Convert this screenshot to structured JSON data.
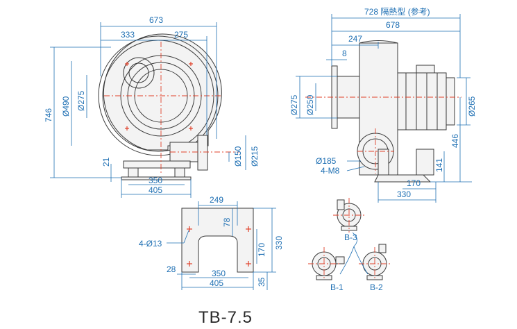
{
  "model": "TB-7.5",
  "front_view": {
    "width_overall": "673",
    "left_span": "333",
    "right_span": "275",
    "height_overall": "746",
    "casing_diameter": "Ø490",
    "inlet_diameter": "Ø275",
    "outlet_inner": "Ø150",
    "outlet_outer": "Ø215",
    "base_height": "21",
    "base_inner": "350",
    "base_outer": "405"
  },
  "side_view": {
    "spacer_note": "728 隔熱型 (参考)",
    "length_overall": "678",
    "inlet_length": "247",
    "flange_thickness": "8",
    "inlet_outer": "Ø275",
    "inlet_inner": "Ø250",
    "motor_diameter": "Ø265",
    "center_height": "446",
    "outlet_height": "141",
    "outlet_bolt_circle": "Ø185",
    "outlet_bolts": "4-M8",
    "base_inner": "170",
    "base_outer": "330"
  },
  "base_plan": {
    "top_width": "249",
    "notch_depth": "78",
    "holes": "4-Ø13",
    "hole_spacing_v": "170",
    "depth_overall": "330",
    "edge_offset": "28",
    "hole_spacing_h": "350",
    "width_overall": "405",
    "bottom_margin": "35"
  },
  "orientations": [
    "B-3",
    "B-1",
    "B-2"
  ]
}
